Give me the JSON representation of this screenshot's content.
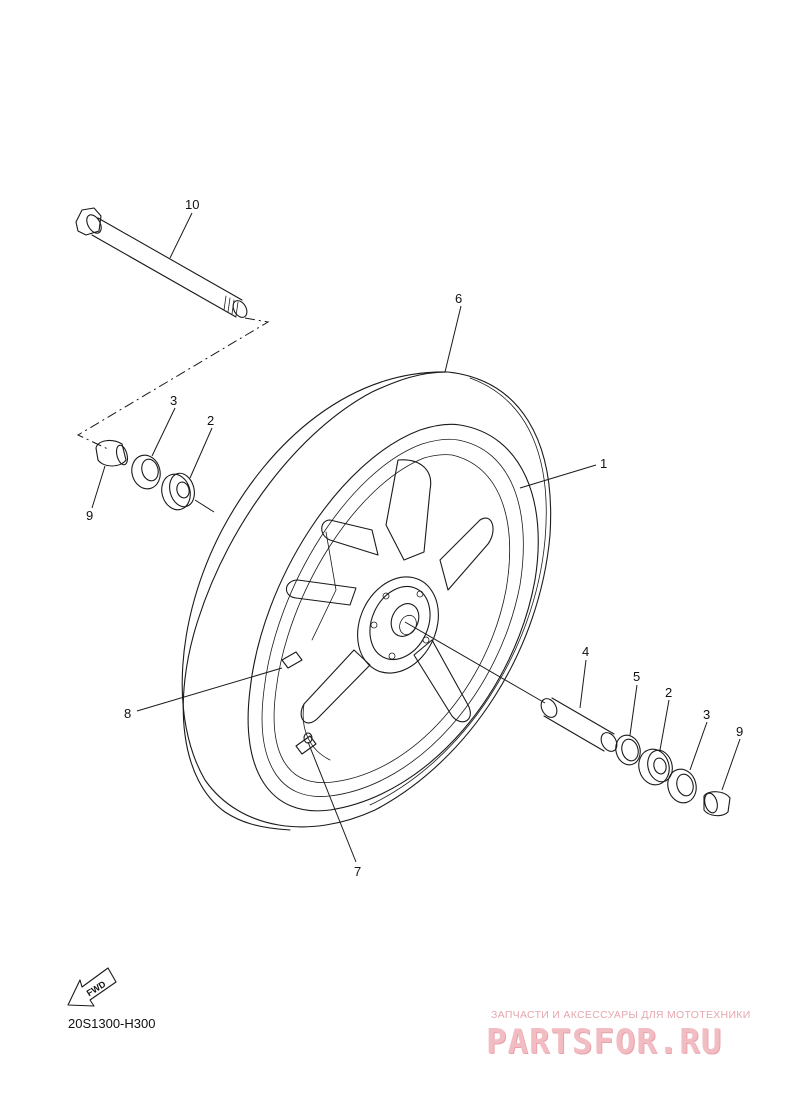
{
  "callouts": {
    "axle": "10",
    "tire": "6",
    "wheel": "1",
    "oil_seal_left": "3",
    "bearing_left": "2",
    "collar_left": "9",
    "spacer": "4",
    "circlip": "5",
    "bearing_right": "2",
    "oil_seal_right": "3",
    "collar_right": "9",
    "balancer_weight": "8",
    "valve": "7"
  },
  "fwd_indicator": "FWD",
  "diagram_code": "20S1300-H300",
  "watermark": {
    "subtitle": "ЗАПЧАСТИ И АКСЕССУАРЫ ДЛЯ МОТОТЕХНИКИ",
    "logo_text": "PARTSFOR.RU"
  }
}
